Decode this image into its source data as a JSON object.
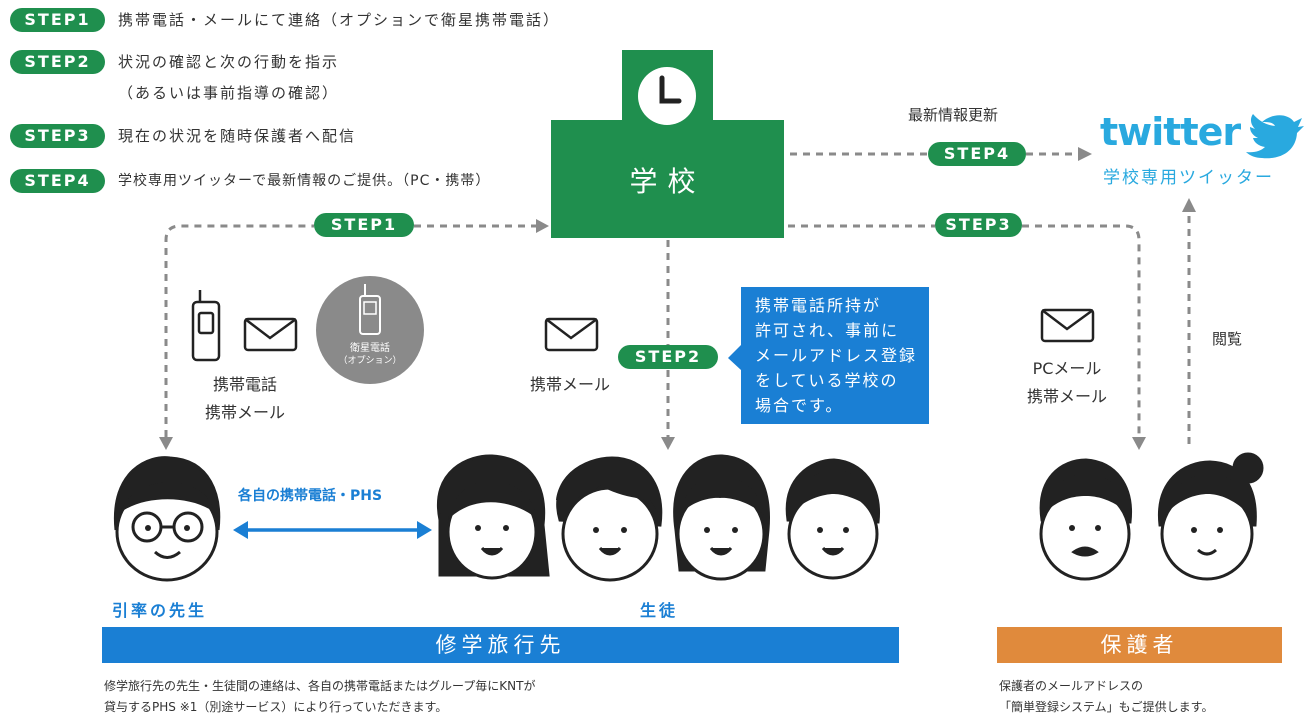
{
  "steps": [
    {
      "label": "STEP1",
      "text": "携帯電話・メールにて連絡（オプションで衛星携帯電話）"
    },
    {
      "label": "STEP2",
      "text": "状況の確認と次の行動を指示",
      "text2": "（あるいは事前指導の確認）"
    },
    {
      "label": "STEP3",
      "text": "現在の状況を随時保護者へ配信"
    },
    {
      "label": "STEP4",
      "text": "学校専用ツイッターで最新情報のご提供。（PC・携帯）"
    }
  ],
  "school": {
    "label": "学校"
  },
  "flow": {
    "step1": "STEP1",
    "step2": "STEP2",
    "step3": "STEP3",
    "step4": "STEP4",
    "update_label": "最新情報更新",
    "view_label": "閲覧"
  },
  "twitter": {
    "logo": "twitter",
    "sub": "学校専用ツイッター"
  },
  "teacher_contact": {
    "line1": "携帯電話",
    "line2": "携帯メール"
  },
  "satellite": {
    "line1": "衛星電話",
    "line2": "（オプション）"
  },
  "student_contact": {
    "label": "携帯メール"
  },
  "parent_contact": {
    "line1": "PCメール",
    "line2": "携帯メール"
  },
  "callout": {
    "lines": [
      "携帯電話所持が",
      "許可され、事前に",
      "メールアドレス登録",
      "をしている学校の",
      "場合です。"
    ]
  },
  "phs_label": "各自の携帯電話・PHS",
  "teacher_label": "引率の先生",
  "students_label": "生徒",
  "trip_bar": "修学旅行先",
  "parents_bar": "保護者",
  "trip_note": {
    "line1": "修学旅行先の先生・生徒間の連絡は、各自の携帯電話またはグループ毎にKNTが",
    "line2": "貸与するPHS ※1（別途サービス）により行っていただきます。"
  },
  "parents_note": {
    "line1": "保護者のメールアドレスの",
    "line2": "「簡単登録システム」もご提供します。"
  },
  "colors": {
    "green": "#1f8f4e",
    "blue": "#1a7fd4",
    "twitter": "#29a9df",
    "orange": "#e08a3c",
    "grey": "#8a8a8a"
  }
}
